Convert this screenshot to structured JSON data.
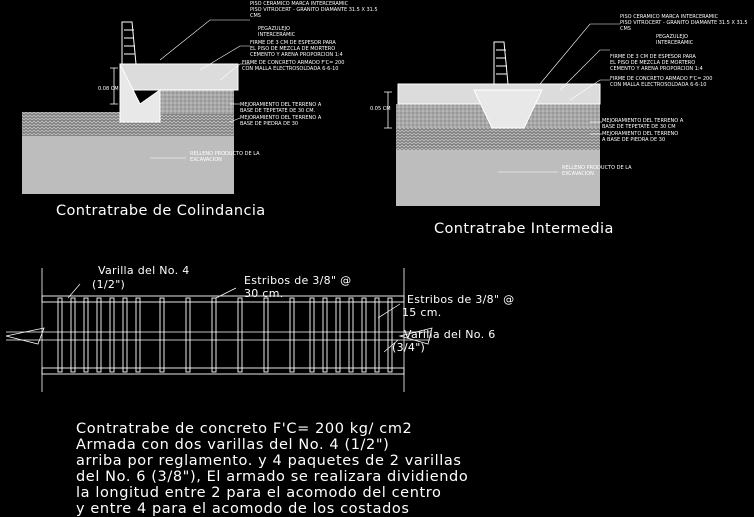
{
  "colindancia": {
    "title": "Contratrabe de Colindancia",
    "dim": "0.08 CM",
    "labels": {
      "piso_1": "PISO CERAMICO MARCA INTERCERAMIC",
      "piso_2": "PISO VITROCERT - GRANITO DIAMANTE   31.5 X 31.5",
      "piso_3": "CMS",
      "pegazulejo_1": "PEGAZULEJO",
      "pegazulejo_2": "INTERCERAMIC",
      "firme_1": "FIRME DE 3 CM DE ESPESOR PARA",
      "firme_2": "EL PISO DE MEZCLA DE MORTERO",
      "firme_3": "CEMENTO  Y ARENA PROPORCION 1:4",
      "losa_1": "FIRME DE CONCRETO ARMADO F'C= 200",
      "losa_2": "CON MALLA ELECTROSOLDADA 6-6-10",
      "terreno_1": "MEJORAMIENTO DEL TERRENO A",
      "terreno_2": "BASE DE TEPETATE DE 30 CM.",
      "compactado_1": "MEJORAMIENTO DEL TERRENO A",
      "compactado_2": "BASE DE PIEDRA DE 30",
      "relleno_1": "RELLENO PRODUCTO DE LA",
      "relleno_2": "EXCAVACION"
    }
  },
  "intermedia": {
    "title": "Contratrabe Intermedia",
    "dim": "0.05 CM",
    "labels": {
      "piso_1": "PISO CERAMICO MARCA INTERCERAMIC",
      "piso_2": "PISO VITROCERT - GRANITO DIAMANTE   31.5 X 31.5",
      "piso_3": "CMS",
      "pegazulejo_1": "PEGAZULEJO",
      "pegazulejo_2": "INTERCERAMIC",
      "firme_1": "FIRME DE 3 CM DE ESPESOR PARA",
      "firme_2": "EL PISO DE MEZCLA DE MORTERO",
      "firme_3": "CEMENTO  Y ARENA PROPORCION 1:4",
      "losa_1": "FIRME DE CONCRETO ARMADO F'C= 200",
      "losa_2": "CON MALLA ELECTROSOLDADA 6-6-10",
      "terreno_1": "MEJORAMIENTO DEL TERRENO A",
      "terreno_2": "BASE DE TEPETATE DE 30 CM",
      "compactado_1": "MEJORAMIENTO DEL TERRENO",
      "compactado_2": "A BASE DE PIEDRA DE 30",
      "relleno_1": "RELLENO PRODUCTO DE LA",
      "relleno_2": "EXCAVACION"
    }
  },
  "armado": {
    "varilla_4_line1": "Varilla del No. 4",
    "varilla_4_line2": "(1/2\")",
    "estribos_30_line1": "Estribos de 3/8\" @",
    "estribos_30_line2": "30 cm.",
    "estribos_15_line1": "Estribos de 3/8\" @",
    "estribos_15_line2": "15 cm.",
    "varilla_6_line1": "Varilla del No. 6",
    "varilla_6_line2": "(3/4\")"
  },
  "nota": {
    "lines": [
      "Contratrabe de concreto F'C= 200 kg/ cm2",
      "Armada con dos varillas del No. 4 (1/2\")",
      "arriba por reglamento. y 4 paquetes de 2 varillas",
      "del No. 6 (3/8\"), El armado se realizara dividiendo",
      "la longitud entre 2 para el acomodo del centro",
      "y entre 4 para el acomodo de los costados"
    ]
  },
  "colors": {
    "background": "#000000",
    "line": "#ffffff",
    "soil_fill": "#bdbdbd",
    "hatch_fill": "#9a9a9a",
    "concrete_fill": "#dcdcdc"
  }
}
